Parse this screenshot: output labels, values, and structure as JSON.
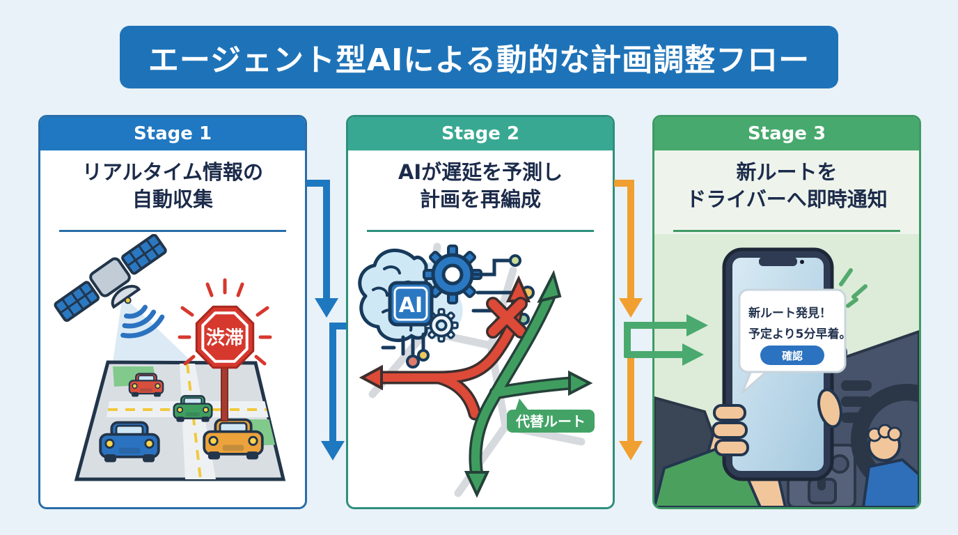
{
  "title": "エージェント型AIによる動的な計画調整フロー",
  "stages": [
    {
      "label": "Stage 1",
      "heading1": "リアルタイム情報の",
      "heading2": "自動収集",
      "sign_label": "渋滞"
    },
    {
      "label": "Stage 2",
      "heading1": "AIが遅延を予測し",
      "heading2": "計画を再編成",
      "chip_label": "AI",
      "route_badge": "代替ルート"
    },
    {
      "label": "Stage 3",
      "heading1": "新ルートを",
      "heading2": "ドライバーへ即時通知",
      "notification": {
        "line1": "新ルート発見！",
        "line2": "予定より5分早着。",
        "button": "確認"
      }
    }
  ],
  "colors": {
    "background": "#e9f2f8",
    "title_bar": "#1e73b8",
    "stage1_accent": "#1f78c1",
    "stage2_accent": "#38a892",
    "stage3_accent": "#47a96d",
    "flow_arrow_blue": "#1e78c0",
    "flow_arrow_orange": "#f09f30",
    "flow_arrow_green": "#4aa96e",
    "alert_red": "#d6382e",
    "route_red": "#dd4a38",
    "route_green": "#3f9e5f",
    "heading_navy": "#1c2b4a"
  }
}
